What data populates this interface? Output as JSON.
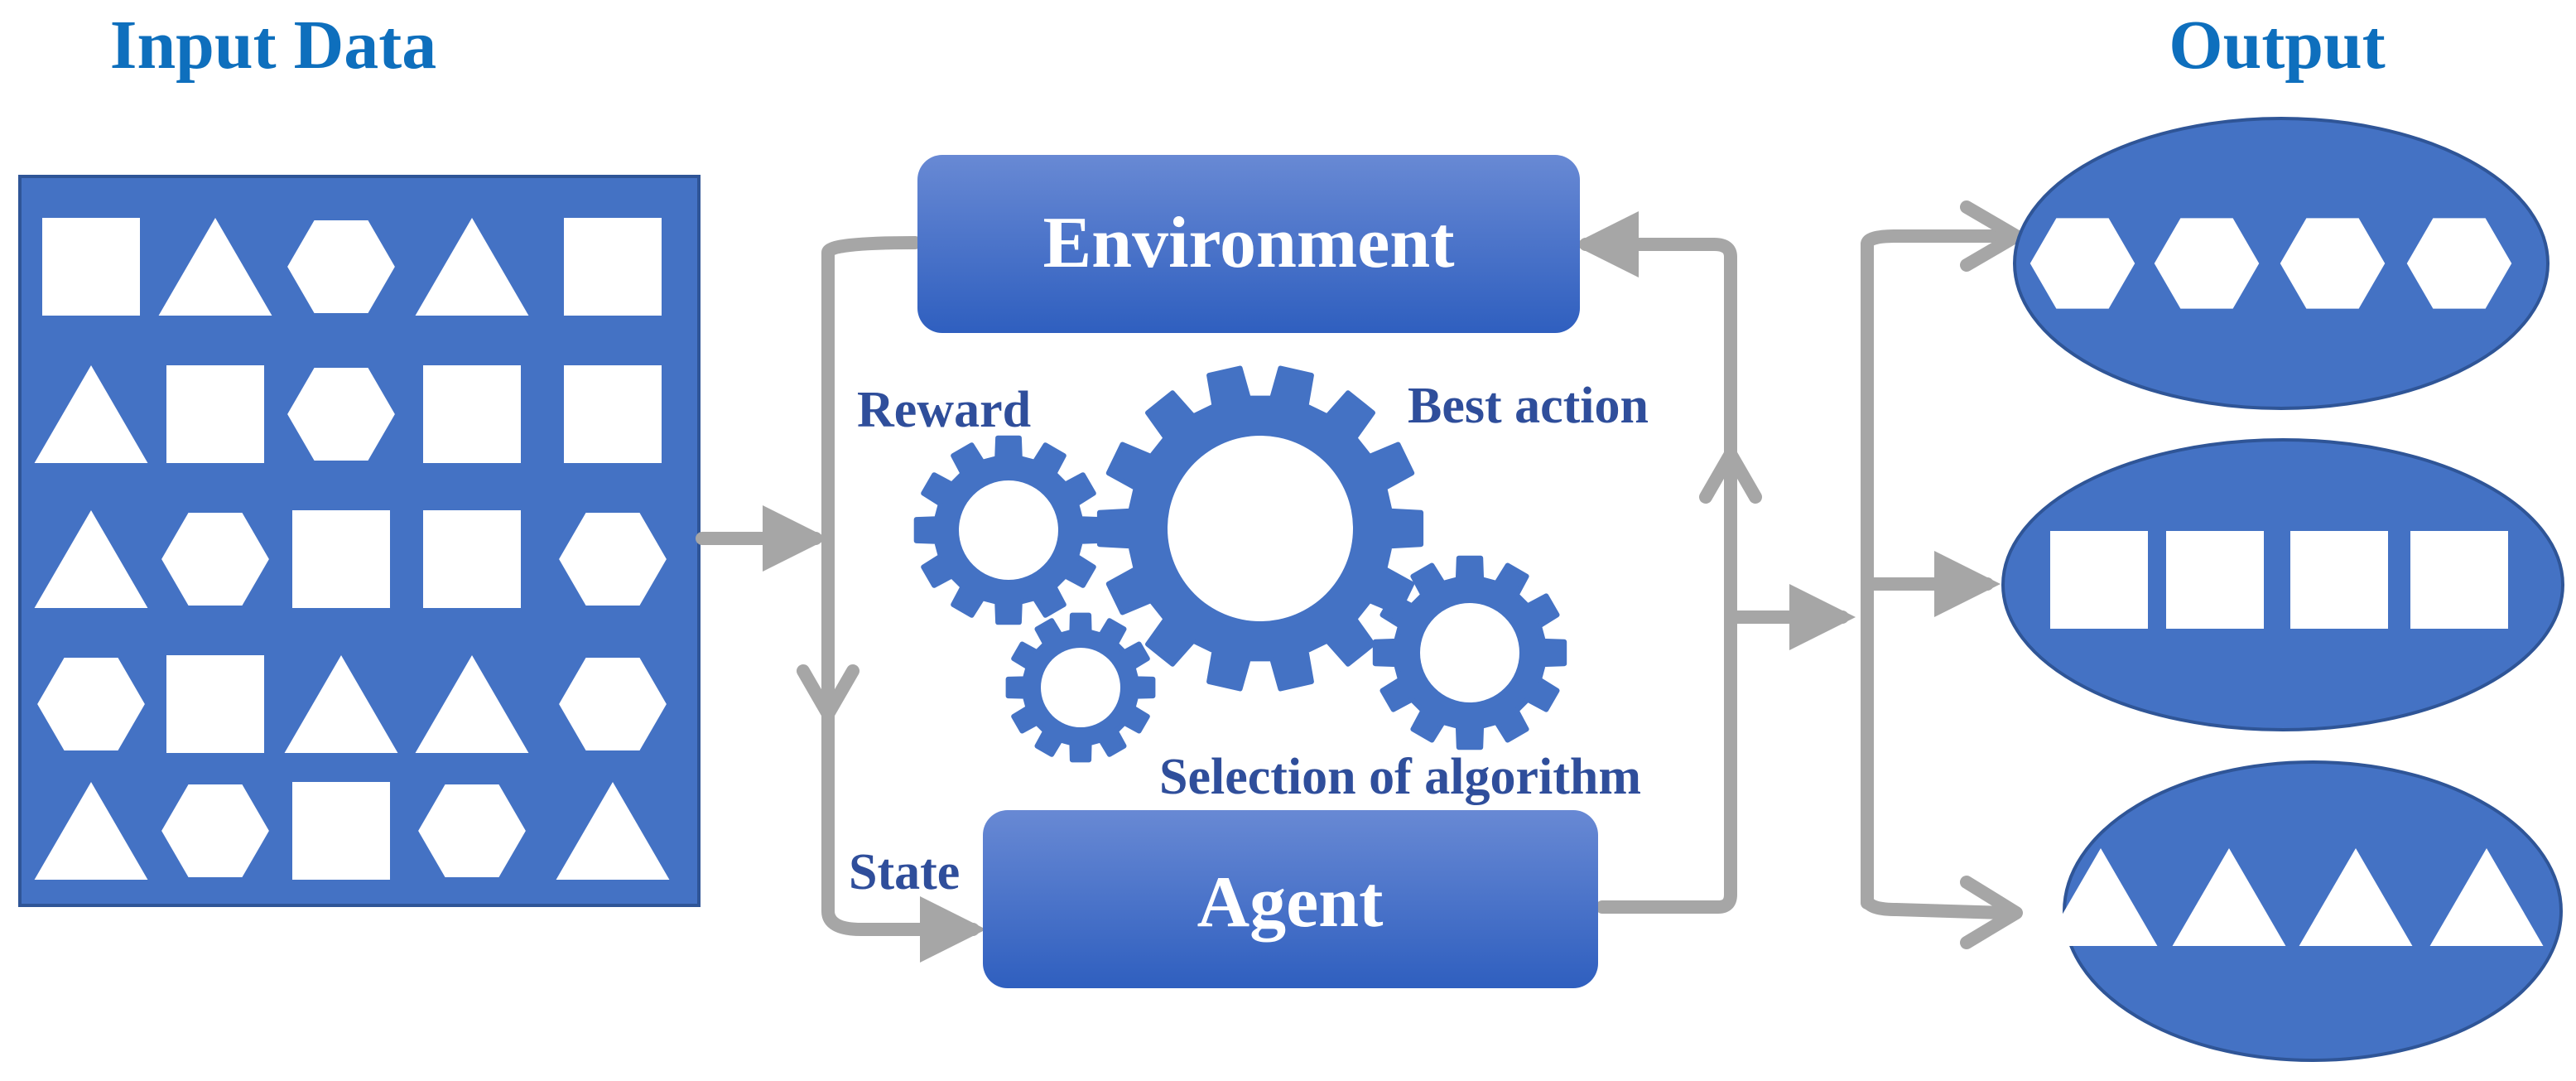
{
  "titles": {
    "input": "Input Data",
    "output": "Output"
  },
  "boxes": {
    "environment": "Environment",
    "agent": "Agent"
  },
  "labels": {
    "reward": "Reward",
    "best_action": "Best action",
    "selection": "Selection of algorithm",
    "state": "State"
  },
  "colors": {
    "title_blue": "#0e6fbd",
    "panel_blue": "#4472c4",
    "label_blue": "#2f4e9b",
    "arrow_gray": "#a6a6a6",
    "shape_white": "#ffffff"
  },
  "input_grid": [
    [
      "square",
      "triangle",
      "hexagon",
      "triangle",
      "square"
    ],
    [
      "triangle",
      "square",
      "hexagon",
      "square",
      "square"
    ],
    [
      "triangle",
      "hexagon",
      "square",
      "square",
      "hexagon"
    ],
    [
      "hexagon",
      "square",
      "triangle",
      "triangle",
      "hexagon"
    ],
    [
      "triangle",
      "hexagon",
      "square",
      "hexagon",
      "triangle"
    ]
  ],
  "output_groups": [
    {
      "shape": "hexagon",
      "count": 4
    },
    {
      "shape": "square",
      "count": 4
    },
    {
      "shape": "triangle",
      "count": 4
    }
  ]
}
